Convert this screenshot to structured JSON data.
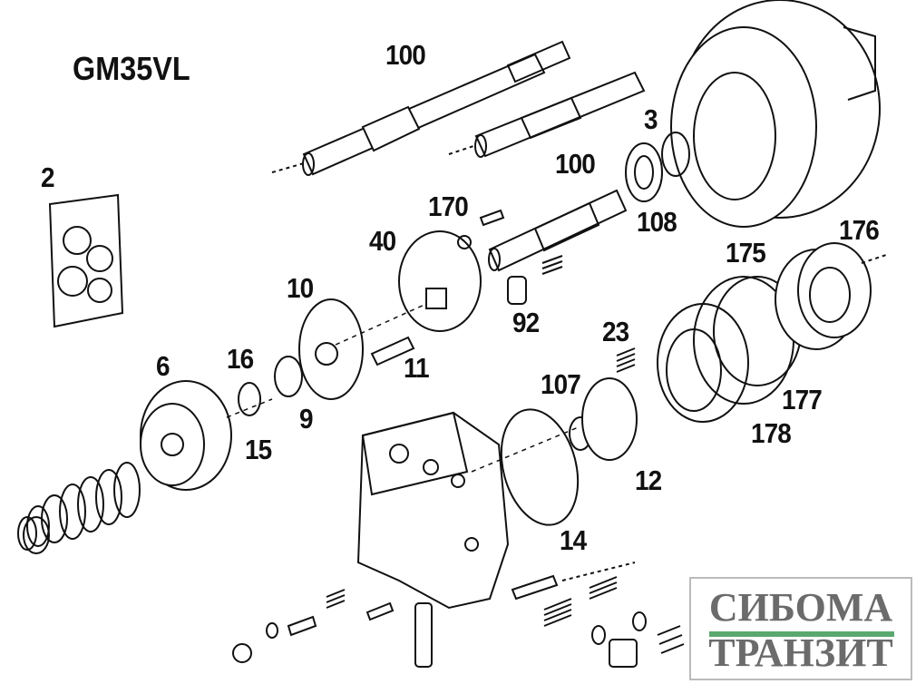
{
  "title": "GM35VL",
  "part_labels": [
    "100",
    "2",
    "170",
    "100",
    "3",
    "108",
    "40",
    "10",
    "175",
    "176",
    "92",
    "23",
    "6",
    "16",
    "11",
    "107",
    "177",
    "9",
    "15",
    "178",
    "12",
    "14"
  ],
  "logo": {
    "line1": "СИБОМА",
    "line2": "ТРАНЗИТ",
    "accent_color": "#5aa86e"
  }
}
